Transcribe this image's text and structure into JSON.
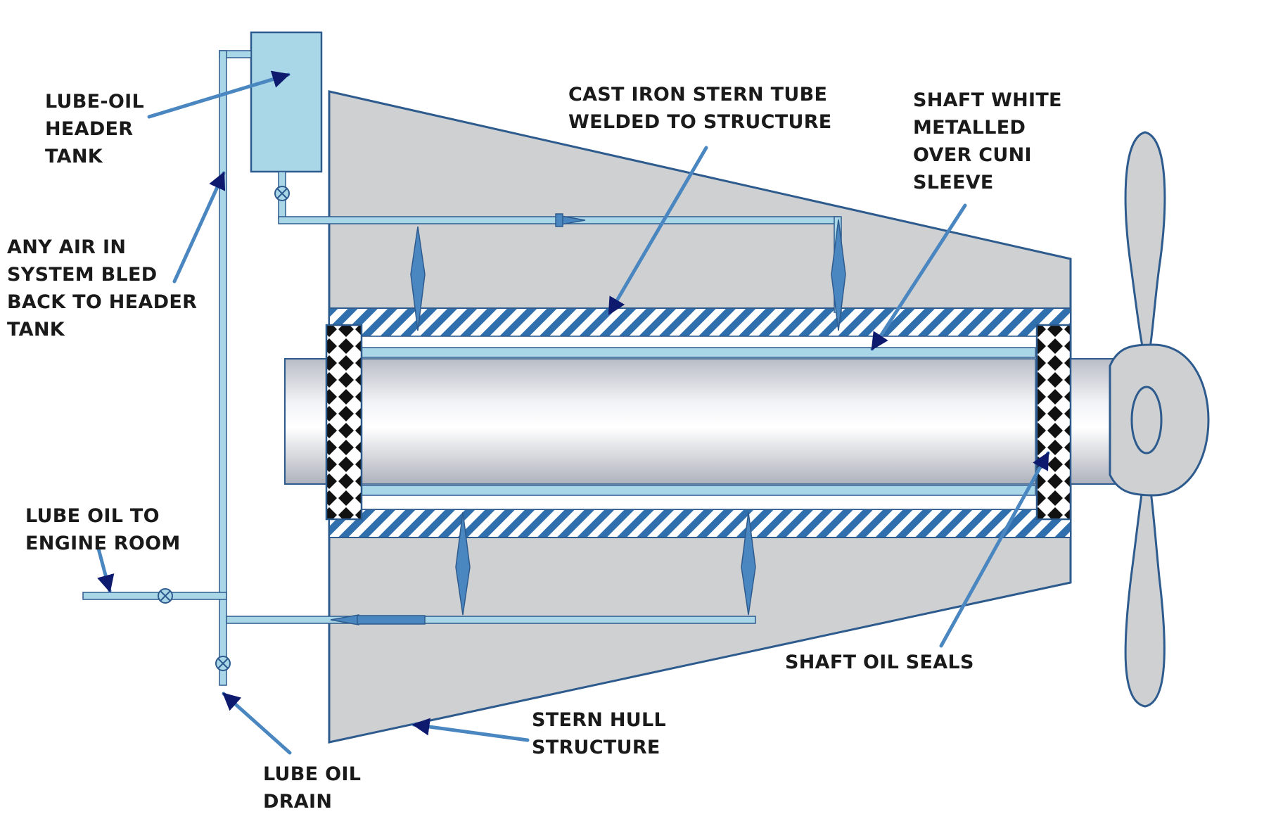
{
  "labels": {
    "header_tank": [
      "LUBE-OIL",
      "HEADER",
      "TANK"
    ],
    "air_bled": [
      "ANY AIR IN",
      "SYSTEM BLED",
      "BACK TO HEADER",
      "TANK"
    ],
    "lube_to_engine": [
      "LUBE OIL TO",
      "ENGINE ROOM"
    ],
    "lube_drain": [
      "LUBE OIL",
      "DRAIN"
    ],
    "stern_tube": [
      "CAST IRON STERN TUBE",
      "WELDED TO STRUCTURE"
    ],
    "shaft_white": [
      "SHAFT WHITE",
      "METALLED",
      "OVER CUNI",
      "SLEEVE"
    ],
    "shaft_seals": [
      "SHAFT OIL SEALS"
    ],
    "stern_hull": [
      "STERN HULL",
      "STRUCTURE"
    ]
  },
  "colors": {
    "hull": "#cfd0d2",
    "outline": "#2e5b8e",
    "pipe": "#a9d7e8",
    "leader": "#4a86c0",
    "arrowhead": "#0e1a6e",
    "hatch": "#2f6fae"
  }
}
